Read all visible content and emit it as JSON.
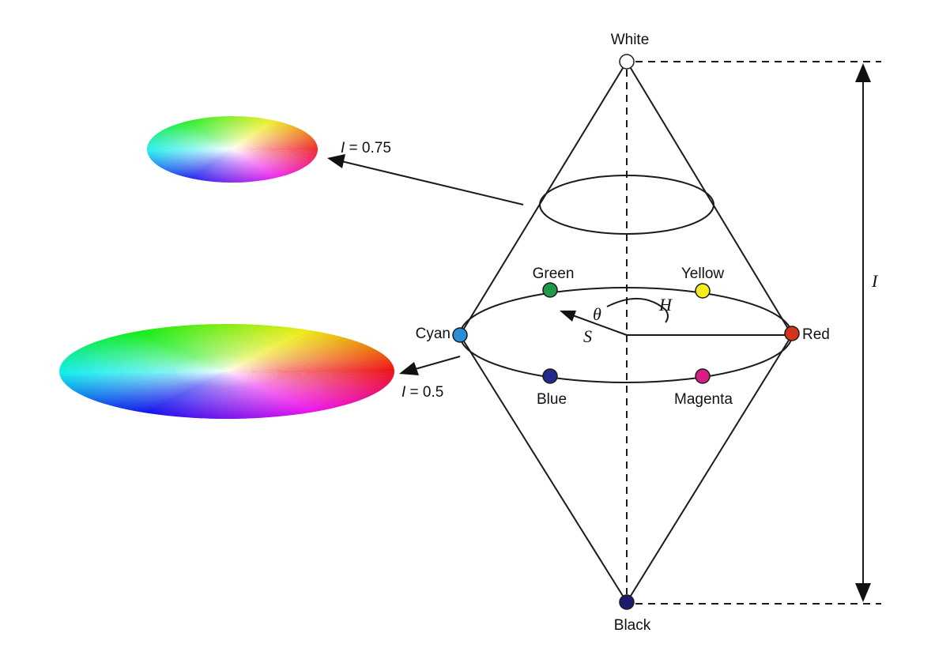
{
  "labels": {
    "white": "White",
    "black": "Black",
    "red": "Red",
    "yellow": "Yellow",
    "green": "Green",
    "cyan": "Cyan",
    "blue": "Blue",
    "magenta": "Magenta",
    "hue": "H",
    "saturation": "S",
    "intensity": "I",
    "intensity_075_prefix": "I",
    "intensity_075_value": " = 0.75",
    "intensity_05_prefix": "I",
    "intensity_05_value": " = 0.5",
    "theta": "θ"
  },
  "colors": {
    "white": "#ffffff",
    "black": "#1c1c6e",
    "red": "#d6341a",
    "yellow": "#f5ee1a",
    "green": "#1f9a48",
    "cyan": "#2a8fd8",
    "blue": "#242a8a",
    "magenta": "#d81e83"
  }
}
